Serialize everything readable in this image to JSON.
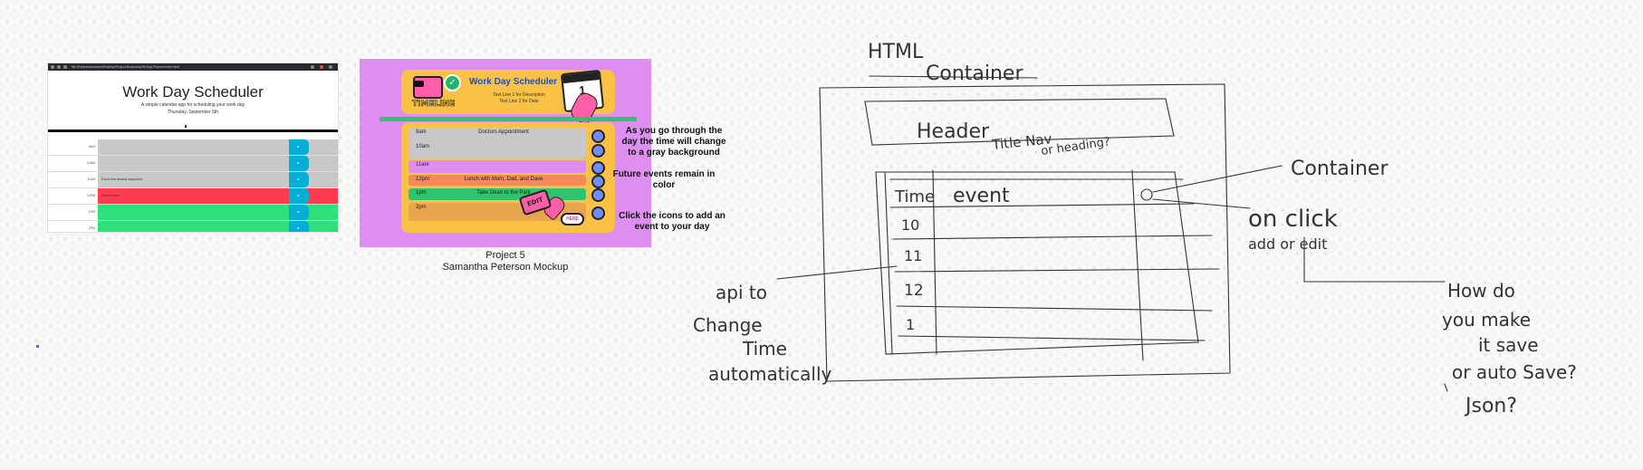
{
  "screenshot": {
    "url": "file:///Users/username/Desktop/Project-Bootcamp/05-Day-Planner/index.html",
    "title": "Work Day Scheduler",
    "subtitle": "A simple calendar app for scheduling your work day",
    "date": "Thursday, September 5th",
    "rows": [
      {
        "hour": "9AM",
        "text": "",
        "status": "past"
      },
      {
        "hour": "10AM",
        "text": "",
        "status": "past"
      },
      {
        "hour": "11AM",
        "text": "Event that already happened",
        "status": "past"
      },
      {
        "hour": "12PM",
        "text": "Current Hour",
        "status": "present"
      },
      {
        "hour": "1PM",
        "text": "",
        "status": "future"
      },
      {
        "hour": "2PM",
        "text": "",
        "status": "future"
      }
    ]
  },
  "mockup": {
    "logo": "TIMELINE",
    "title": "Work Day Scheduler",
    "line1": "Text Line 1  for Description",
    "line2": "Text Line 2 for Date",
    "calendar_number": "1",
    "stamp": "EDIT",
    "here": "HERE",
    "rows": [
      {
        "time": "9am",
        "event": "Doctors Appointment",
        "color": "#c8c8c8"
      },
      {
        "time": "10am",
        "event": "",
        "color": "#c8c8c8"
      },
      {
        "time": "11am",
        "event": "",
        "color": "#dd8ef0"
      },
      {
        "time": "12pm",
        "event": "Lunch with Mom, Dad, and Dave",
        "color": "#f5895a"
      },
      {
        "time": "1pm",
        "event": "Take Dean to the Park",
        "color": "#2fc36d"
      },
      {
        "time": "2pm",
        "event": "",
        "color": "#e9a54e"
      }
    ]
  },
  "captions": {
    "line1": "Project 5",
    "line2": "Samantha Peterson Mockup"
  },
  "notes": {
    "gray": "As you go through the day the time will change to a gray background",
    "future": "Future events remain in color",
    "icons": "Click the icons to add an event to your day"
  },
  "sketch": {
    "html_container_1": "HTML",
    "html_container_2": "Container",
    "header_1": "Header",
    "header_2": "Title Nav",
    "header_3": "or heading?",
    "col_time": "Time",
    "col_event": "event",
    "hour_10": "10",
    "hour_11": "11",
    "hour_12": "12",
    "hour_1": "1",
    "container": "Container",
    "onclick_1": "on click",
    "onclick_2": "add or edit",
    "api_1": "api to",
    "api_2": "Change",
    "api_3": "Time",
    "api_4": "automatically",
    "q_1": "How do",
    "q_2": "you make",
    "q_3": "it save",
    "q_4": "or auto Save?",
    "q_5": "Json?"
  },
  "colors": {
    "past": "#c8c8c8",
    "present": "#ff3b4f",
    "future": "#2ee07a",
    "save": "#06aed5",
    "mockup_bg": "#dd8ef0",
    "mockup_panel": "#f9c247"
  }
}
